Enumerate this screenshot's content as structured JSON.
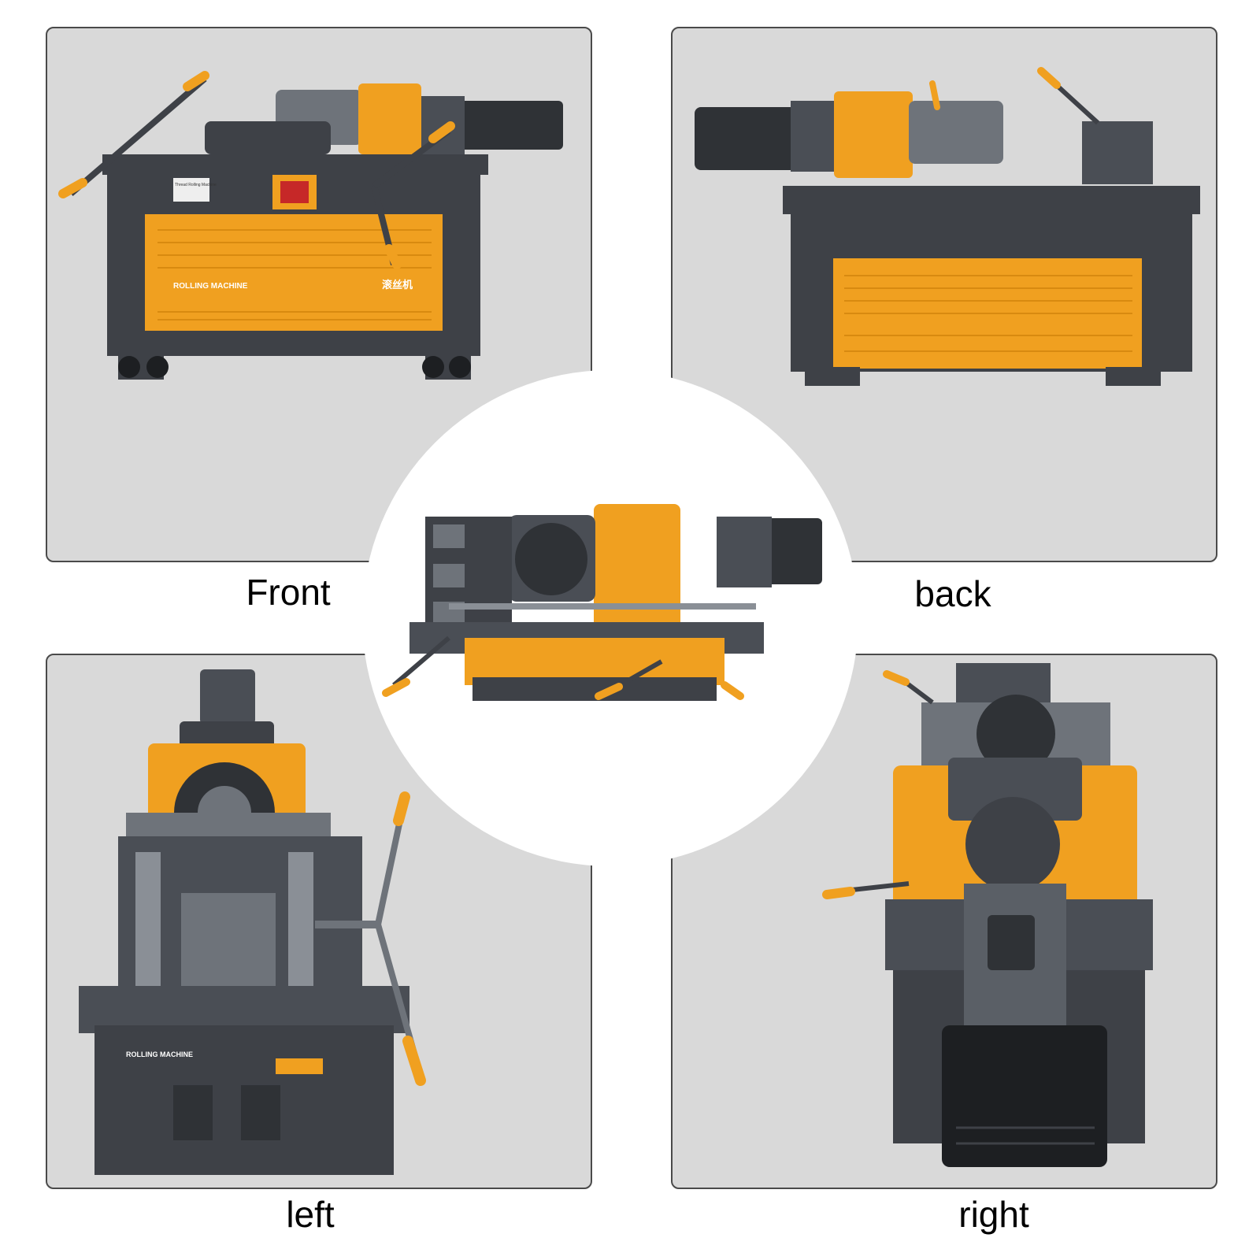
{
  "views": {
    "front": {
      "caption": "Front"
    },
    "back": {
      "caption": "back"
    },
    "left": {
      "caption": "left"
    },
    "right": {
      "caption": "right"
    }
  },
  "machine": {
    "panel_text": "ROLLING MACHINE",
    "panel_text_cn": "滚丝机",
    "plate_text": "Thread Rolling Machine"
  },
  "colors": {
    "background": "#ffffff",
    "panel": "#d9d9d9",
    "frame": "#3e4147",
    "orange": "#f0a020",
    "metal": "#8a8f96"
  }
}
